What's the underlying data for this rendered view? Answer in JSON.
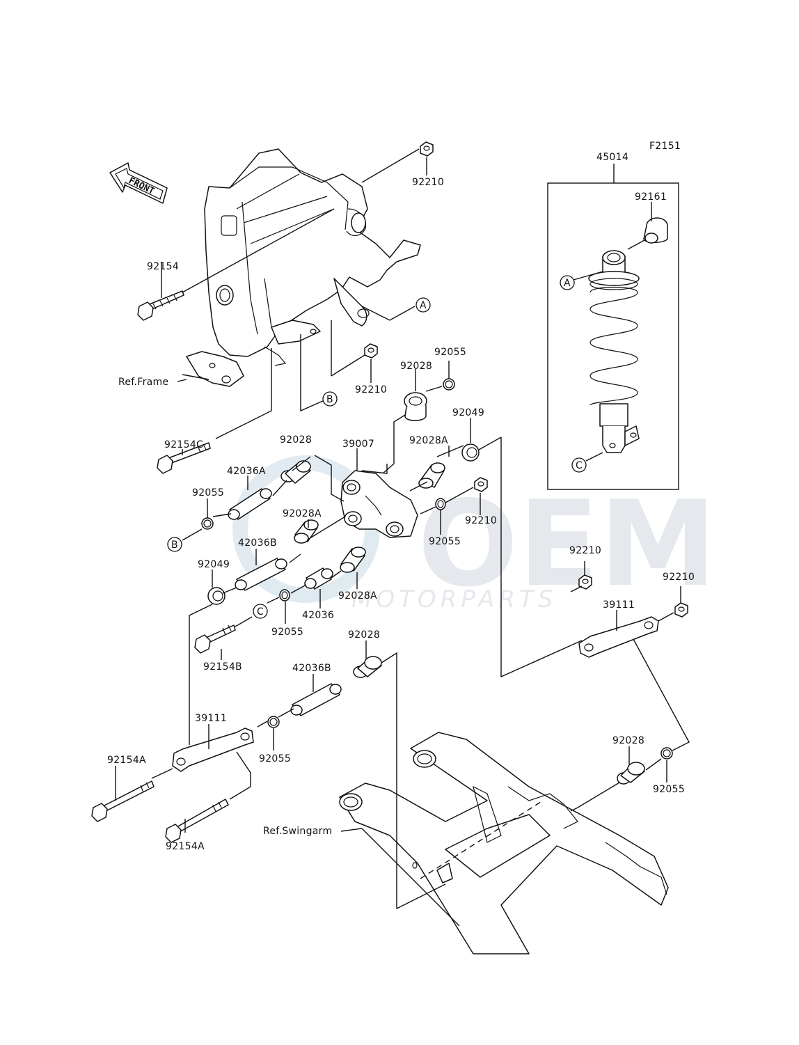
{
  "figure_code": "F2151",
  "front_label": "FRONT",
  "ref_labels": {
    "frame": "Ref.Frame",
    "swingarm": "Ref.Swingarm"
  },
  "watermark": {
    "main": "OEM",
    "sub": "MOTORPARTS"
  },
  "callouts": {
    "a": "A",
    "b": "B",
    "c": "C"
  },
  "parts": {
    "p45014": "45014",
    "p92161": "92161",
    "p92210_top": "92210",
    "p92154": "92154",
    "p92210_mid": "92210",
    "p92055_top": "92055",
    "p92028_top": "92028",
    "p92049_right": "92049",
    "p92028A_top": "92028A",
    "p92210_link": "92210",
    "p92055_link": "92055",
    "p92154C": "92154C",
    "p92028_left": "92028",
    "p39007": "39007",
    "p42036A": "42036A",
    "p92055_left": "92055",
    "p92028A_mid": "92028A",
    "p42036B_top": "42036B",
    "p92049_left": "92049",
    "p92028A_low": "92028A",
    "p42036": "42036",
    "p92055_mid": "92055",
    "p92154B": "92154B",
    "p92028_low": "92028",
    "p42036B_low": "42036B",
    "p39111_left": "39111",
    "p92055_low": "92055",
    "p92154A_1": "92154A",
    "p92154A_2": "92154A",
    "p92210_r1": "92210",
    "p92210_r2": "92210",
    "p39111_right": "39111",
    "p92028_right": "92028",
    "p92055_right": "92055"
  }
}
